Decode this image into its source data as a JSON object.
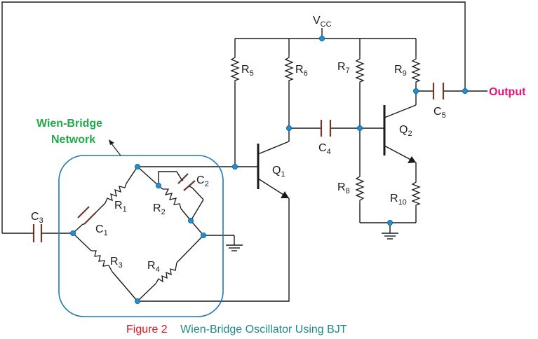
{
  "labels": {
    "vcc": "V",
    "vcc_sub": "CC",
    "output": "Output",
    "network_line1": "Wien-Bridge",
    "network_line2": "Network",
    "caption_fig": "Figure 2",
    "caption_title": "Wien-Bridge Oscillator Using BJT"
  },
  "components": {
    "R1": {
      "l": "R",
      "s": "1"
    },
    "R2": {
      "l": "R",
      "s": "2"
    },
    "R3": {
      "l": "R",
      "s": "3"
    },
    "R4": {
      "l": "R",
      "s": "4"
    },
    "R5": {
      "l": "R",
      "s": "5"
    },
    "R6": {
      "l": "R",
      "s": "6"
    },
    "R7": {
      "l": "R",
      "s": "7"
    },
    "R8": {
      "l": "R",
      "s": "8"
    },
    "R9": {
      "l": "R",
      "s": "9"
    },
    "R10": {
      "l": "R",
      "s": "10"
    },
    "C1": {
      "l": "C",
      "s": "1"
    },
    "C2": {
      "l": "C",
      "s": "2"
    },
    "C3": {
      "l": "C",
      "s": "3"
    },
    "C4": {
      "l": "C",
      "s": "4"
    },
    "C5": {
      "l": "C",
      "s": "5"
    },
    "Q1": {
      "l": "Q",
      "s": "1"
    },
    "Q2": {
      "l": "Q",
      "s": "2"
    }
  },
  "colors": {
    "wire": "#1a1a1a",
    "node": "#1e8fd6",
    "capacitor": "#6b3a2a",
    "output": "#e0137b",
    "network_label": "#22a84a",
    "network_box": "#1f78b4",
    "caption_fig": "#e0141e",
    "caption_title": "#1f8a8a"
  }
}
